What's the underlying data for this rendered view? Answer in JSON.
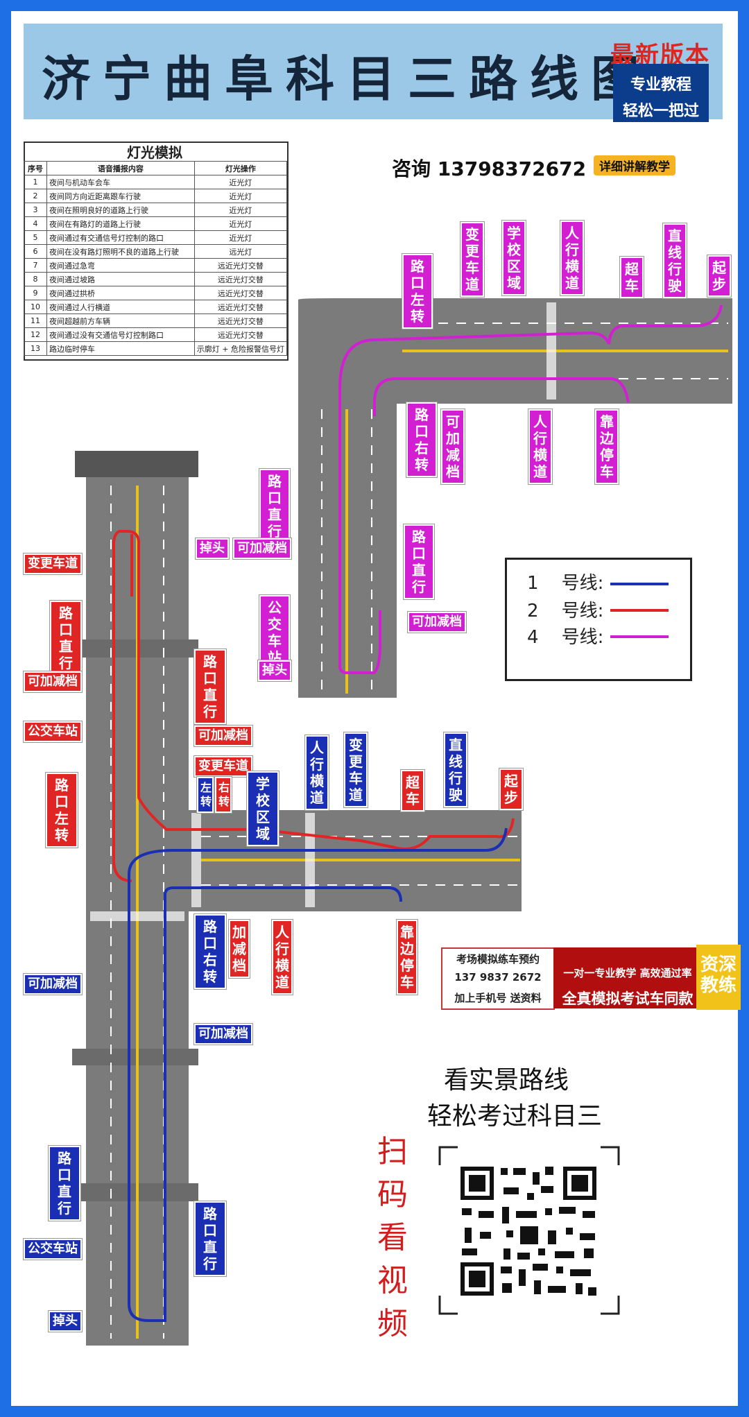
{
  "header": {
    "title": "济宁曲阜科目三路线图",
    "new_version": "最新版本",
    "badge_line1": "专业教程",
    "badge_line2": "轻松一把过"
  },
  "light_table": {
    "title": "灯光模拟",
    "headers": [
      "序号",
      "语音播报内容",
      "灯光操作"
    ],
    "rows": [
      [
        "1",
        "夜间与机动车会车",
        "近光灯"
      ],
      [
        "2",
        "夜间同方向近距离跟车行驶",
        "近光灯"
      ],
      [
        "3",
        "夜间在照明良好的道路上行驶",
        "近光灯"
      ],
      [
        "4",
        "夜间在有路灯的道路上行驶",
        "近光灯"
      ],
      [
        "5",
        "夜间通过有交通信号灯控制的路口",
        "近光灯"
      ],
      [
        "6",
        "夜间在没有路灯照明不良的道路上行驶",
        "远光灯"
      ],
      [
        "7",
        "夜间通过急弯",
        "远近光灯交替"
      ],
      [
        "8",
        "夜间通过坡路",
        "远近光灯交替"
      ],
      [
        "9",
        "夜间通过拱桥",
        "远近光灯交替"
      ],
      [
        "10",
        "夜间通过人行横道",
        "远近光灯交替"
      ],
      [
        "11",
        "夜间超越前方车辆",
        "远近光灯交替"
      ],
      [
        "12",
        "夜间通过没有交通信号灯控制路口",
        "远近光灯交替"
      ],
      [
        "13",
        "路边临时停车",
        "示廓灯 + 危险报警信号灯"
      ]
    ]
  },
  "consult": {
    "text": "咨询 13798372672",
    "detail": "详细讲解教学"
  },
  "labels": {
    "top_magenta": [
      "路口左转",
      "变更车道",
      "学校区域",
      "人行横道",
      "超车",
      "直线行驶",
      "起步"
    ],
    "upper_magenta_below": [
      "路口右转",
      "可加减档",
      "人行横道",
      "靠边停车"
    ],
    "upper_magenta_left": [
      "路口直行",
      "掉头",
      "可加减档",
      "公交车站",
      "掉头"
    ],
    "upper_magenta_right": [
      "路口直行",
      "可加减档"
    ],
    "left_red": [
      "变更车道",
      "路口直行",
      "可加减档",
      "公交车站",
      "路口左转"
    ],
    "mid_red": [
      "路口直行",
      "可加减档",
      "变更车道"
    ],
    "mid_turn": [
      "左转",
      "右转"
    ],
    "lower_top_blue": [
      "学校区域",
      "人行横道",
      "变更车道",
      "直线行驶"
    ],
    "lower_top_red": [
      "超车",
      "起步"
    ],
    "lower_below": [
      "路口右转",
      "加减档",
      "人行横道",
      "靠边停车"
    ],
    "lower_left_blue": [
      "可加减档",
      "路口直行",
      "公交车站",
      "掉头"
    ],
    "lower_right_blue": [
      "可加减档",
      "路口直行"
    ]
  },
  "legend": {
    "items": [
      {
        "num": "1",
        "text": "号线:",
        "color": "#1a2fb4"
      },
      {
        "num": "2",
        "text": "号线:",
        "color": "#e02525"
      },
      {
        "num": "4",
        "text": "号线:",
        "color": "#d21fd2"
      }
    ]
  },
  "ad": {
    "line1": "考场模拟练车预约",
    "line2": "137 9837 2672",
    "line3": "加上手机号  送资料",
    "right1": "一对一专业教学 高效通过率",
    "right2": "全真模拟考试车同款",
    "gold": "资深教练"
  },
  "slogan": {
    "line1": "看实景路线",
    "line2": "轻松考过科目三",
    "scan": "扫码看视频"
  },
  "colors": {
    "route1": "#1a2fb4",
    "route2": "#e02525",
    "route4": "#d21fd2",
    "road": "#7b7b7b",
    "border": "#1e6fe6"
  }
}
